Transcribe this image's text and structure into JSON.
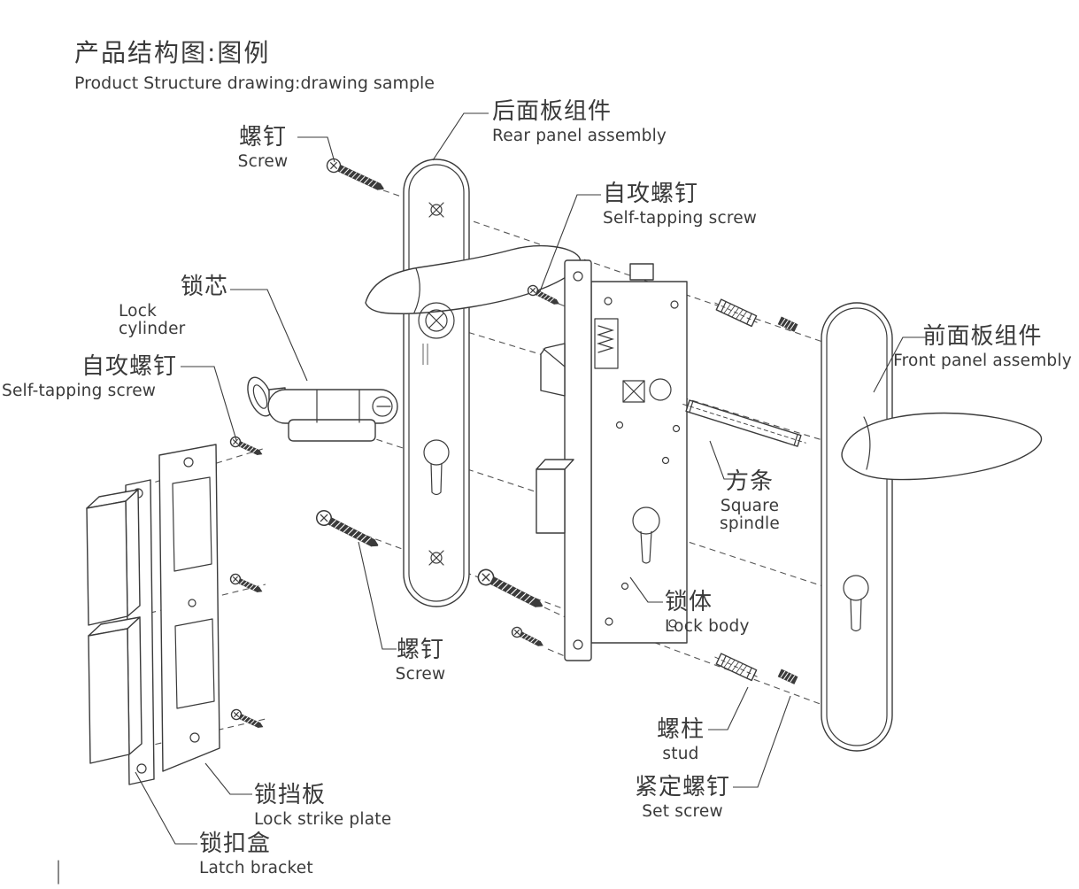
{
  "title": {
    "zh": "产品结构图:图例",
    "en": "Product Structure drawing:drawing sample"
  },
  "colors": {
    "line": "#3b3b3b",
    "background": "#ffffff"
  },
  "labels": {
    "screw_top": {
      "zh": "螺钉",
      "en": "Screw"
    },
    "rear_panel": {
      "zh": "后面板组件",
      "en": "Rear panel assembly"
    },
    "self_tapping_top": {
      "zh": "自攻螺钉",
      "en": "Self-tapping screw"
    },
    "lock_cylinder": {
      "zh": "锁芯",
      "en": "Lock cylinder"
    },
    "self_tapping_left": {
      "zh": "自攻螺钉",
      "en": "Self-tapping screw"
    },
    "front_panel": {
      "zh": "前面板组件",
      "en": "Front panel assembly"
    },
    "square_spindle": {
      "zh": "方条",
      "en": "Square spindle"
    },
    "screw_bottom": {
      "zh": "螺钉",
      "en": "Screw"
    },
    "lock_body": {
      "zh": "锁体",
      "en": "Lock body"
    },
    "stud": {
      "zh": "螺柱",
      "en": "stud"
    },
    "set_screw": {
      "zh": "紧定螺钉",
      "en": "Set screw"
    },
    "strike_plate": {
      "zh": "锁挡板",
      "en": "Lock strike plate"
    },
    "latch_bracket": {
      "zh": "锁扣盒",
      "en": "Latch bracket"
    }
  }
}
